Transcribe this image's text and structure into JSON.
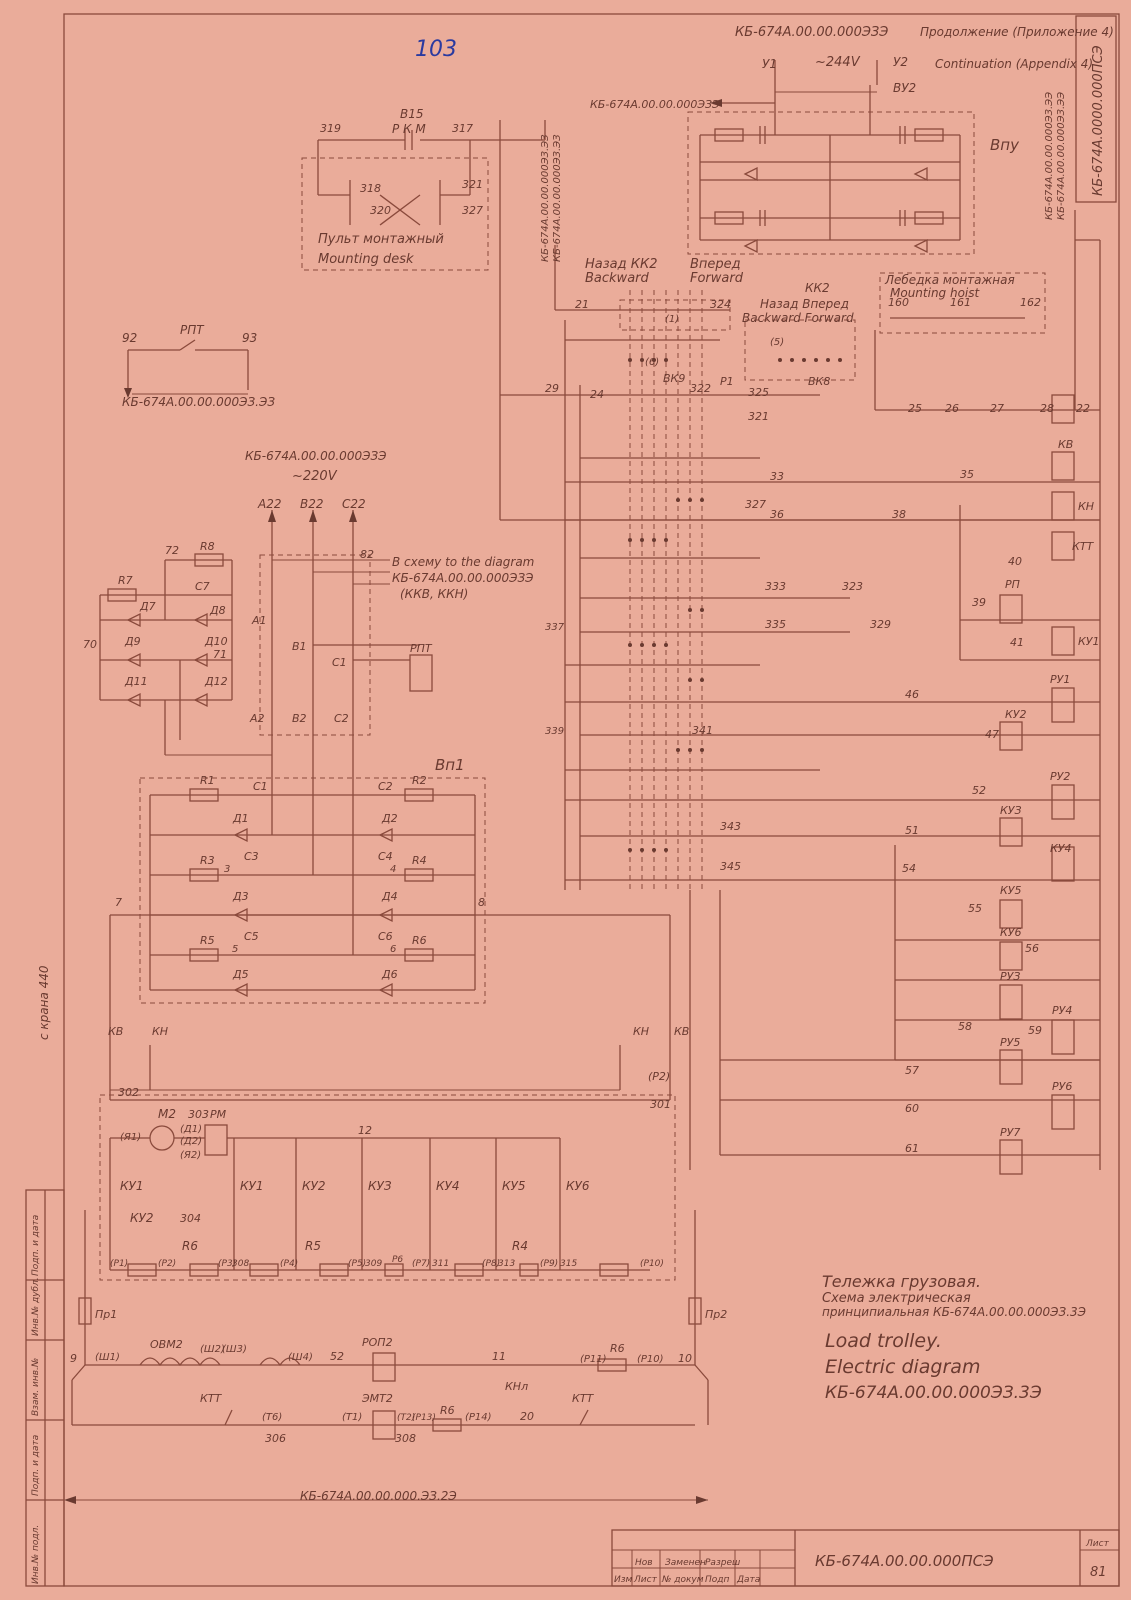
{
  "sheet_number": "103",
  "doc_refs": {
    "top_ref": "КБ-674А.00.00.000ЭЗЭ",
    "left_ref_arrow": "КБ-674А.00.00.000ЭЗЭ",
    "rpt_ref": "КБ-674А.00.00.000ЭЗ.ЭЗ",
    "v220_ref": "КБ-674А.00.00.000ЭЗЭ",
    "vert_ref_1": "КБ-674А.00.00.000ЭЗ.ЭЗ",
    "vert_ref_2": "КБ-674А.00.00.000ЭЗ.ЭЗ",
    "vert_ref_3": "КБ-674А.00.00.000ЭЗ.ЭЭ",
    "vert_ref_4": "КБ-674А.00.00.000ЭЗ.ЭЭ",
    "bottom_ref": "КБ-674А.00.00.000.ЭЗ.2Э",
    "title_box_vertical": "КБ-674А.0000.000ПСЭ"
  },
  "header": {
    "continuation_ru": "Продолжение (Приложение 4)",
    "continuation_en": "Continuation (Appendix 4)",
    "supply": "~244V",
    "terms": [
      "У1",
      "У2",
      "ВУ2"
    ]
  },
  "blocks": {
    "remote_desk_ru": "Пульт монтажный",
    "remote_desk_en": "Mounting desk",
    "rkm_label": "Р К М",
    "b15": "В15",
    "vpu": "Впу",
    "vp1": "Вп1",
    "kk2_back_ru": "Назад КК2",
    "kk2_back_en": "Backward",
    "kk2_fwd_ru": "Вперед",
    "kk2_fwd_en": "Forward",
    "kk2_b_title": "КК2",
    "kk2_b_back": "Назад Вперед",
    "kk2_b_backen": "Backward Forward",
    "winch_ru": "Лебедка монтажная",
    "winch_en": "Mounting hoist",
    "v220": "~220V",
    "phases": [
      "А22",
      "В22",
      "С22"
    ],
    "to_diagram_ru": "В схему to the diagram",
    "to_diagram_ref": "КБ-674А.00.00.000ЭЗЭ",
    "to_diagram_items": "(ККВ, ККН)"
  },
  "labels": {
    "nodes_top": [
      "319",
      "317",
      "318",
      "321",
      "320",
      "327",
      "21",
      "324",
      "29",
      "24",
      "322",
      "325",
      "321",
      "Р1",
      "ВК9",
      "ВК8",
      "(5)",
      "(6)",
      "(1)"
    ],
    "relays_right": [
      "КВ",
      "КН",
      "КТТ",
      "РП",
      "КУ1",
      "РУ1",
      "КУ2",
      "РУ2",
      "КУЗ",
      "КУ4",
      "КУ5",
      "КУ6",
      "РУЗ",
      "РУ4",
      "РУ5",
      "РУ6",
      "РУ7"
    ],
    "wire_numbers": [
      "33",
      "35",
      "36",
      "38",
      "327",
      "333",
      "323",
      "335",
      "329",
      "337",
      "339",
      "341",
      "343",
      "345",
      "46",
      "47",
      "51",
      "52",
      "54",
      "55",
      "56",
      "57",
      "58",
      "59",
      "60",
      "61",
      "40",
      "39",
      "41",
      "25",
      "26",
      "27",
      "28",
      "22",
      "160",
      "161",
      "162"
    ],
    "left_power": [
      "R7",
      "R8",
      "C7",
      "Д7",
      "Д8",
      "Д9",
      "Д10",
      "Д11",
      "Д12",
      "70",
      "71",
      "72",
      "А1",
      "В1",
      "С1",
      "А2",
      "В2",
      "С2",
      "РПТ",
      "82"
    ],
    "rpt_row": [
      "92",
      "РПТ",
      "93"
    ],
    "bridge": [
      "R1",
      "C1",
      "C2",
      "R2",
      "Д1",
      "Д2",
      "R3",
      "C3",
      "C4",
      "R4",
      "Д3",
      "Д4",
      "R5",
      "C5",
      "C6",
      "R6",
      "Д5",
      "Д6",
      "7",
      "8",
      "3",
      "4",
      "5",
      "6"
    ],
    "motor": [
      "КВ",
      "КН",
      "КН",
      "КВ",
      "302",
      "301",
      "(Р2)",
      "М2",
      "303",
      "РМ",
      "(Я1)",
      "(Д1)",
      "(Д2)",
      "(Я2)",
      "12"
    ],
    "ku_row": [
      "КУ1",
      "КУ2",
      "КУЗ",
      "КУ4",
      "КУ5",
      "КУ6"
    ],
    "resistor_row": [
      "R6",
      "R5",
      "R4",
      "(Р1)",
      "(Р2)",
      "(Р3)",
      "308",
      "(Р4)",
      "(Р5)",
      "309",
      "Р6",
      "(Р7)",
      "311",
      "(Р8)",
      "313",
      "(Р9)",
      "315",
      "(Р10)",
      "304",
      "КУ1",
      "КУ2"
    ],
    "field": [
      "Пр1",
      "Пр2",
      "9",
      "10",
      "(Ш1)",
      "ОВМ2",
      "(Ш2)",
      "(Ш3)",
      "(Ш4)",
      "52",
      "РОП2",
      "11",
      "(Р11)",
      "R6",
      "(Р10)"
    ],
    "brake": [
      "КТТ",
      "(Т6)",
      "306",
      "ЭМТ2",
      "(Т1)",
      "(Т2)",
      "(Р13)",
      "R6",
      "(Р14)",
      "308",
      "КНл",
      "20",
      "КТТ"
    ]
  },
  "title": {
    "ru_1": "Тележка грузовая.",
    "ru_2": "Схема электрическая",
    "ru_3": "принципиальная КБ-674А.00.00.000ЭЗ.3Э",
    "en_1": "Load trolley.",
    "en_2": "Electric diagram",
    "en_3": "КБ-674А.00.00.000ЭЗ.3Э"
  },
  "stamp": {
    "code": "КБ-674А.00.00.000ПСЭ",
    "cols_top": [
      "Нов",
      "Заменен",
      "Разреш"
    ],
    "cols_bot": [
      "Изм",
      "Лист",
      "№ докум",
      "Подп",
      "Дата"
    ],
    "sheet_label": "Лист",
    "sheet_no": "81"
  },
  "margin": {
    "side_note": "с крана 440",
    "stamp_left": [
      "Инв.№ подл.",
      "Подп. и дата",
      "Взам. инв.№",
      "Инв.№ дубл.",
      "Подп. и дата"
    ]
  }
}
